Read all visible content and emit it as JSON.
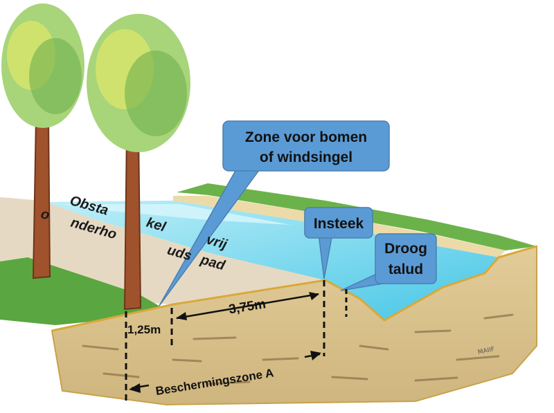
{
  "callouts": {
    "zone_line1": "Zone voor bomen",
    "zone_line2": "of windsingel",
    "insteek": "Insteek",
    "droog_line1": "Droog",
    "droog_line2": "talud"
  },
  "path_label": {
    "row1": [
      "Obsta",
      "kel",
      "vrij"
    ],
    "row2": [
      "o",
      "nderho",
      "uds",
      "pad"
    ]
  },
  "dimensions": {
    "d1": "1,25m",
    "d2": "3,75m",
    "zone": "Beschermingszone A"
  },
  "signature": "MAIIF",
  "colors": {
    "callout_fill": "#5b9bd5",
    "water": "#6ad3ec",
    "soil": "#d8c08a",
    "path": "#e6d9c3",
    "grass": "#5aa640"
  }
}
